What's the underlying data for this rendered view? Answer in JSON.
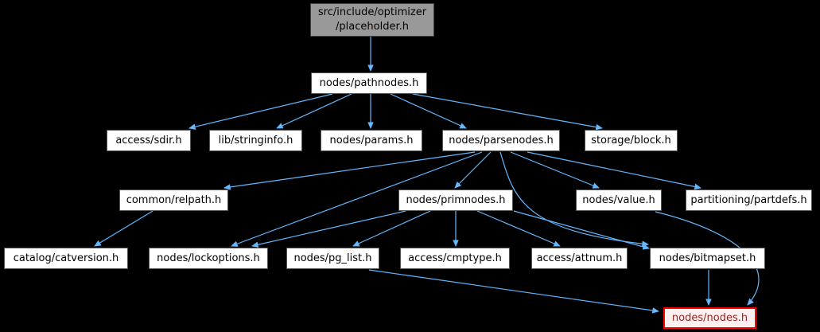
{
  "diagram": {
    "type": "include-dependency-graph",
    "background_color": "#000000",
    "edge_color": "#63b8ff",
    "node_fill_color": "#ffffff",
    "node_border_color": "#545454",
    "source_node_fill_color": "#999999",
    "highlight_node_fill_color": "#fff0f0",
    "highlight_node_border_color": "#ff0000",
    "nodes": [
      {
        "id": "placeholder",
        "label": "src/include/optimizer/placeholder.h",
        "lines": [
          "src/include/optimizer",
          "/placeholder.h"
        ],
        "role": "source-file"
      },
      {
        "id": "pathnodes",
        "label": "nodes/pathnodes.h",
        "role": "header"
      },
      {
        "id": "sdir",
        "label": "access/sdir.h",
        "role": "header"
      },
      {
        "id": "stringinfo",
        "label": "lib/stringinfo.h",
        "role": "header"
      },
      {
        "id": "params",
        "label": "nodes/params.h",
        "role": "header"
      },
      {
        "id": "parsenodes",
        "label": "nodes/parsenodes.h",
        "role": "header"
      },
      {
        "id": "block",
        "label": "storage/block.h",
        "role": "header"
      },
      {
        "id": "relpath",
        "label": "common/relpath.h",
        "role": "header"
      },
      {
        "id": "primnodes",
        "label": "nodes/primnodes.h",
        "role": "header"
      },
      {
        "id": "value",
        "label": "nodes/value.h",
        "role": "header"
      },
      {
        "id": "partdefs",
        "label": "partitioning/partdefs.h",
        "role": "header"
      },
      {
        "id": "catversion",
        "label": "catalog/catversion.h",
        "role": "header"
      },
      {
        "id": "lockoptions",
        "label": "nodes/lockoptions.h",
        "role": "header"
      },
      {
        "id": "pg_list",
        "label": "nodes/pg_list.h",
        "role": "header"
      },
      {
        "id": "cmptype",
        "label": "access/cmptype.h",
        "role": "header"
      },
      {
        "id": "attnum",
        "label": "access/attnum.h",
        "role": "header"
      },
      {
        "id": "bitmapset",
        "label": "nodes/bitmapset.h",
        "role": "header"
      },
      {
        "id": "nodes",
        "label": "nodes/nodes.h",
        "role": "highlighted-header"
      }
    ],
    "edges": [
      {
        "from": "placeholder",
        "to": "pathnodes"
      },
      {
        "from": "pathnodes",
        "to": "sdir"
      },
      {
        "from": "pathnodes",
        "to": "stringinfo"
      },
      {
        "from": "pathnodes",
        "to": "params"
      },
      {
        "from": "pathnodes",
        "to": "parsenodes"
      },
      {
        "from": "pathnodes",
        "to": "block"
      },
      {
        "from": "parsenodes",
        "to": "relpath"
      },
      {
        "from": "parsenodes",
        "to": "primnodes"
      },
      {
        "from": "parsenodes",
        "to": "lockoptions"
      },
      {
        "from": "parsenodes",
        "to": "value"
      },
      {
        "from": "parsenodes",
        "to": "partdefs"
      },
      {
        "from": "parsenodes",
        "to": "bitmapset"
      },
      {
        "from": "relpath",
        "to": "catversion"
      },
      {
        "from": "primnodes",
        "to": "lockoptions"
      },
      {
        "from": "primnodes",
        "to": "pg_list"
      },
      {
        "from": "primnodes",
        "to": "cmptype"
      },
      {
        "from": "primnodes",
        "to": "attnum"
      },
      {
        "from": "primnodes",
        "to": "bitmapset"
      },
      {
        "from": "value",
        "to": "nodes"
      },
      {
        "from": "pg_list",
        "to": "nodes"
      },
      {
        "from": "bitmapset",
        "to": "nodes"
      }
    ]
  }
}
